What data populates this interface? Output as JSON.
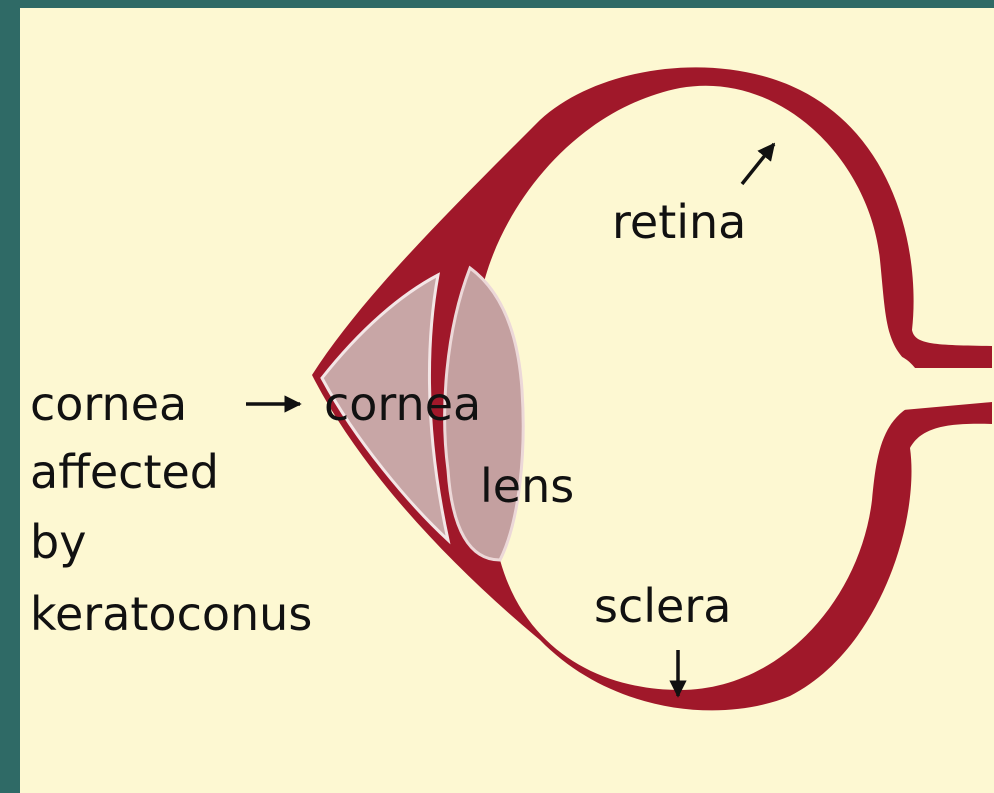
{
  "colors": {
    "frame": "#2f6a66",
    "background": "#fdf8d2",
    "tissue": "#a0182a",
    "cornea_fill": "#c8a6a6",
    "lens_fill": "#c4a0a0",
    "text": "#111111"
  },
  "labels": {
    "retina": "retina",
    "cornea_inner": "cornea",
    "lens": "lens",
    "sclera": "sclera",
    "affected": [
      "cornea",
      "affected",
      "by",
      "keratoconus"
    ]
  },
  "arrows": [
    "cornea-to-cone-arrow",
    "retina-arrow",
    "sclera-arrow"
  ]
}
